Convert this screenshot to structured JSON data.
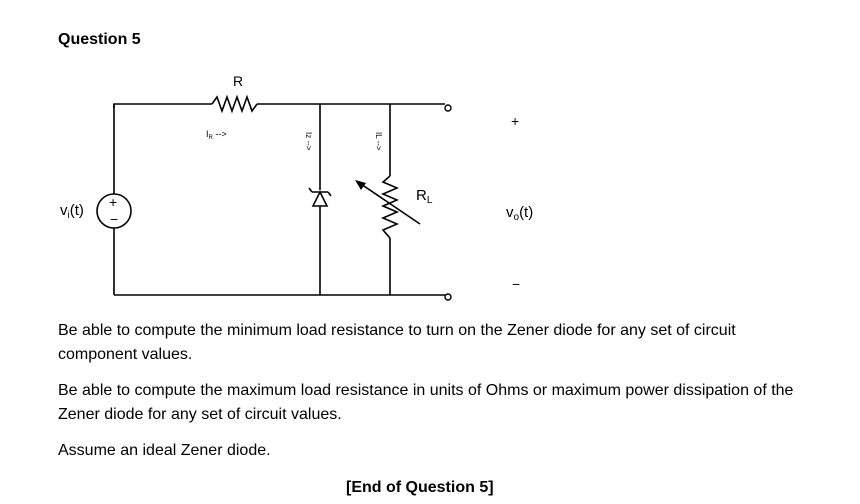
{
  "question": {
    "title": "Question 5",
    "paragraphs": [
      "Be able to compute the minimum load resistance to turn on the Zener diode for any set of circuit component values.",
      "Be able to compute the maximum load resistance in units of Ohms or maximum power dissipation of the Zener diode for any set of circuit values.",
      "Assume an ideal Zener diode."
    ],
    "end_label": "[End of Question 5]"
  },
  "circuit": {
    "resistor_label": "R",
    "ir_label_main": "I",
    "ir_label_sub": "R",
    "ir_arrow": " -->",
    "iz_label": "Iz -->",
    "il_label": "IL -->",
    "vi_label_main": "v",
    "vi_label_sub": "i",
    "vi_label_tail": "(t)",
    "source_plus": "+",
    "source_minus": "−",
    "rl_label_main": "R",
    "rl_label_sub": "L",
    "vo_label_main": "v",
    "vo_label_sub": "o",
    "vo_label_tail": "(t)",
    "out_plus": "+",
    "out_minus": "−"
  }
}
